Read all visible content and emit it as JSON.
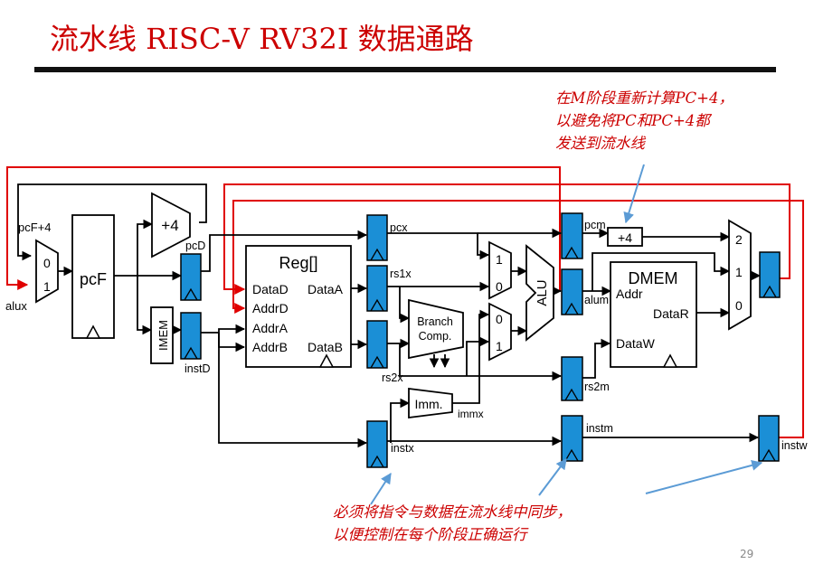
{
  "title": "流水线 RISC-V RV32I 数据通路",
  "note_top": [
    "在M阶段重新计算PC+4，",
    "以避免将PC和PC+4都",
    "发送到流水线"
  ],
  "note_bottom": [
    "必须将指令与数据在流水线中同步，",
    "以便控制在每个阶段正确运行"
  ],
  "page_number": "29",
  "colors": {
    "title": "#cc0000",
    "wire": "#000000",
    "feedback": "#e00000",
    "register": "#1b8fd6",
    "callout": "#5b9bd5"
  },
  "labels": {
    "pcf_plus4": "pcF+4",
    "alu_x": "alux",
    "mux_one": "1",
    "mux_zero": "0",
    "pc_f": "pcF",
    "plus4": "+4",
    "pc_d": "pcD",
    "imem": "IMEM",
    "inst_d": "instD",
    "reg": "Reg[]",
    "data_d": "DataD",
    "addr_d": "AddrD",
    "addr_a": "AddrA",
    "addr_b": "AddrB",
    "data_a": "DataA",
    "data_b": "DataB",
    "pc_x": "pcx",
    "rs1_x": "rs1x",
    "rs2_x": "rs2x",
    "branch_1": "Branch",
    "branch_2": "Comp.",
    "imm": "Imm.",
    "imm_x": "immx",
    "inst_x": "instx",
    "alu": "ALU",
    "pc_m": "pcm",
    "plus4_m": "+4",
    "alu_m": "alum",
    "rs2_m": "rs2m",
    "inst_m": "instm",
    "dmem": "DMEM",
    "addr": "Addr",
    "data_r": "DataR",
    "data_w": "DataW",
    "wb_2": "2",
    "wb_1": "1",
    "wb_0": "0",
    "inst_w": "instw"
  }
}
